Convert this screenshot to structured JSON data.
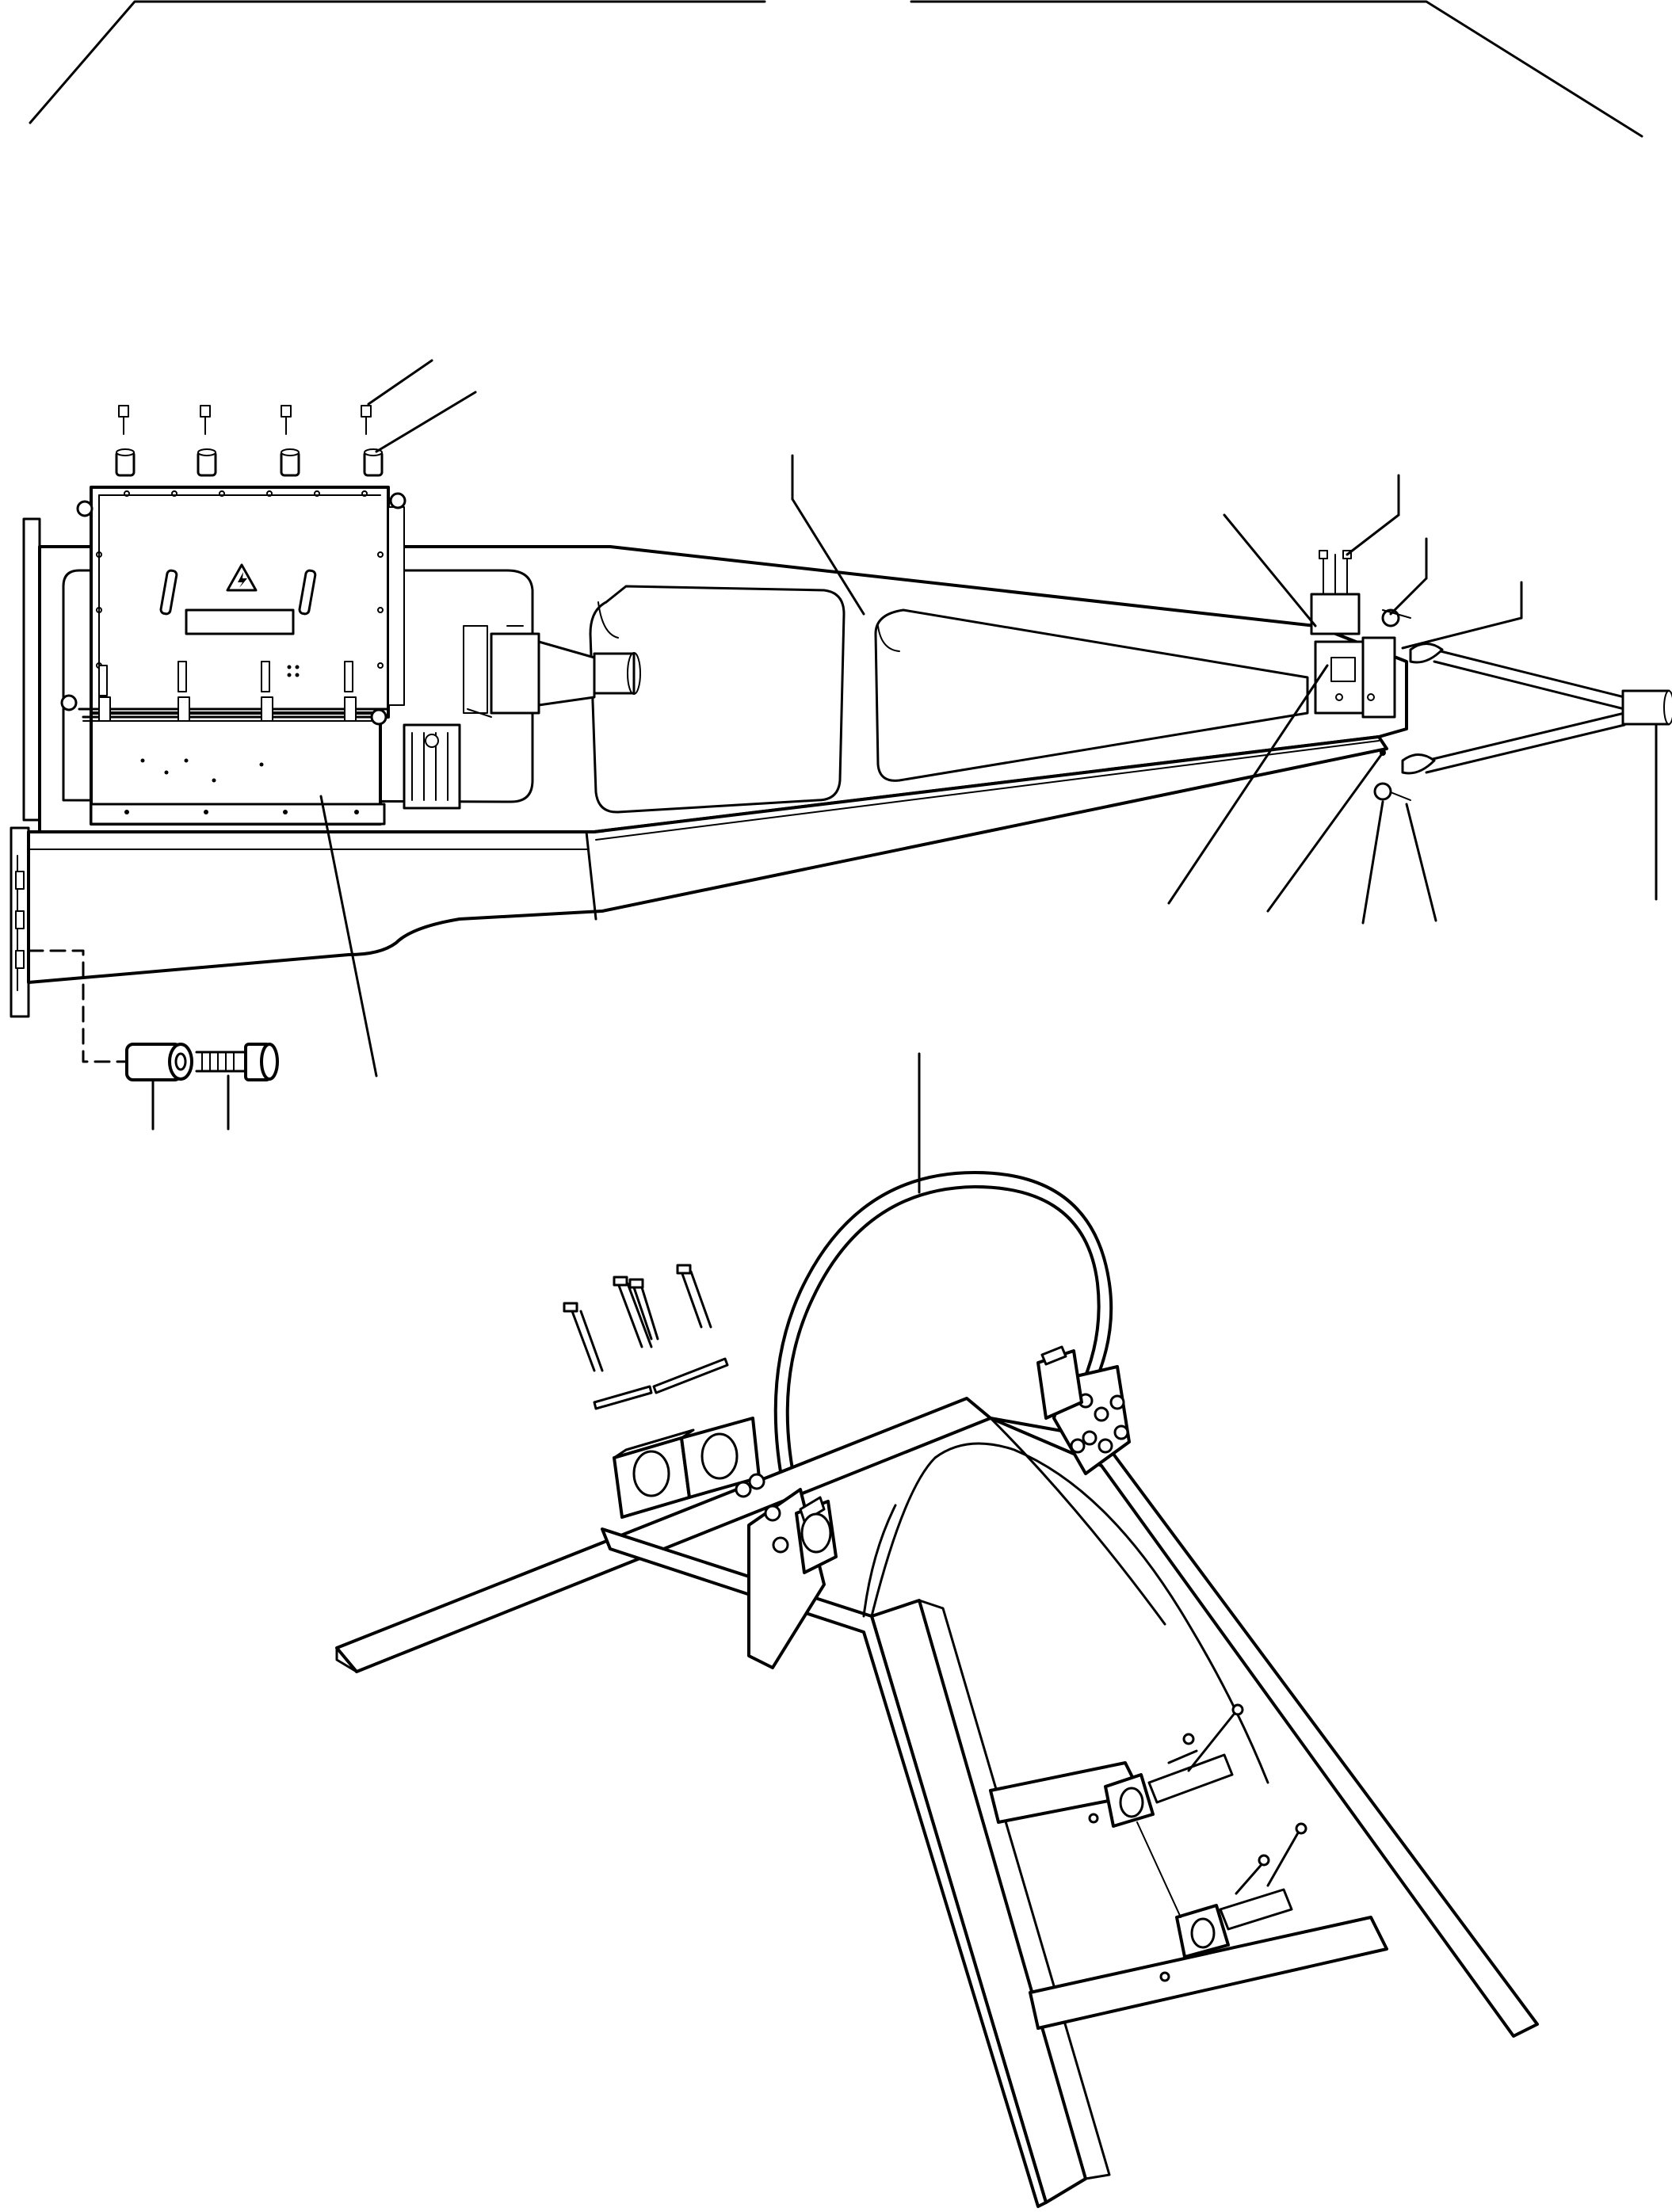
{
  "drawing": {
    "type": "exploded-assembly-line-drawing",
    "views": [
      "main-frame-with-control-box",
      "frame-underside-with-cable-loop"
    ],
    "icons": [
      "high-voltage-warning-icon"
    ],
    "leader_count_top_view": 16,
    "leader_count_bottom_view": 1,
    "stroke_color": "#000000",
    "background_color": "#ffffff"
  }
}
